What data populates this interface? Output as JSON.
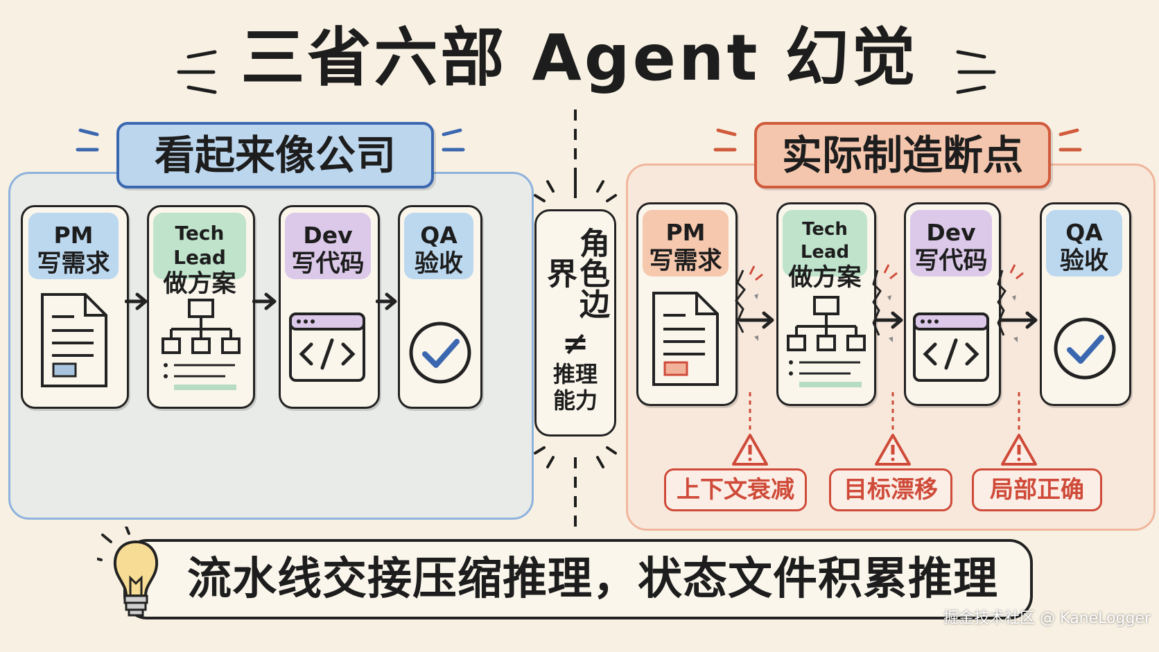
{
  "title": "三省六部 Agent 幻觉",
  "left_section": {
    "label": "看起来像公司",
    "stages": [
      {
        "en": "PM",
        "zh": "写需求",
        "icon": "document-icon"
      },
      {
        "en": "Tech Lead",
        "zh": "做方案",
        "icon": "org-chart-icon"
      },
      {
        "en": "Dev",
        "zh": "写代码",
        "icon": "code-window-icon"
      },
      {
        "en": "QA",
        "zh": "验收",
        "icon": "checkmark-icon"
      }
    ]
  },
  "center_box": {
    "line1": "角色边界",
    "neq": "≠",
    "line2": "推理能力"
  },
  "right_section": {
    "label": "实际制造断点",
    "stages": [
      {
        "en": "PM",
        "zh": "写需求",
        "icon": "document-icon"
      },
      {
        "en": "Tech Lead",
        "zh": "做方案",
        "icon": "org-chart-icon"
      },
      {
        "en": "Dev",
        "zh": "写代码",
        "icon": "code-window-icon"
      },
      {
        "en": "QA",
        "zh": "验收",
        "icon": "checkmark-icon"
      }
    ],
    "risks": [
      "上下文衰减",
      "目标漂移",
      "局部正确"
    ]
  },
  "bottom": {
    "text": "流水线交接压缩推理，状态文件积累推理"
  },
  "watermark": "掘金技术社区 @ KaneLogger",
  "colors": {
    "background": "#f8f1e3",
    "blue": "#3b67b0",
    "red": "#cf4a38",
    "green": "#bfe3cb",
    "purple": "#dcc9ea"
  }
}
